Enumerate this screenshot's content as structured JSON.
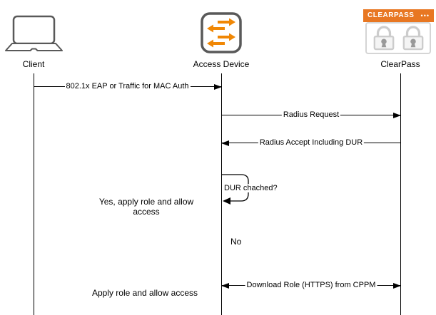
{
  "diagram": {
    "type": "sequence",
    "actors": [
      {
        "id": "client",
        "label": "Client",
        "icon": "laptop-icon"
      },
      {
        "id": "access-device",
        "label": "Access Device",
        "icon": "switch-icon"
      },
      {
        "id": "clearpass",
        "label": "ClearPass",
        "icon": "clearpass-locks-icon",
        "banner": "CLEARPASS",
        "banner_dots": "•••"
      }
    ],
    "messages": [
      {
        "from": "Client",
        "to": "Access Device",
        "direction": "right",
        "label": "802.1x EAP or Traffic for MAC Auth"
      },
      {
        "from": "Access Device",
        "to": "ClearPass",
        "direction": "right",
        "label": "Radius Request"
      },
      {
        "from": "ClearPass",
        "to": "Access Device",
        "direction": "left",
        "label": "Radius Accept Including DUR"
      },
      {
        "from": "Access Device",
        "to": "Access Device",
        "direction": "self",
        "label": "DUR chached?"
      },
      {
        "from": "Access Device",
        "to": "ClearPass",
        "direction": "both",
        "label": "Download Role (HTTPS) from CPPM"
      }
    ],
    "notes": [
      {
        "label": "Yes, apply role and allow access"
      },
      {
        "label": "No"
      },
      {
        "label": "Apply role and allow access"
      }
    ]
  },
  "colors": {
    "arrow_orange": "#F08705",
    "banner_orange": "#E87722",
    "device_gray": "#595959",
    "lock_gray": "#CCCCCC",
    "lock_inner_gray": "#999999",
    "line_black": "#000000"
  }
}
